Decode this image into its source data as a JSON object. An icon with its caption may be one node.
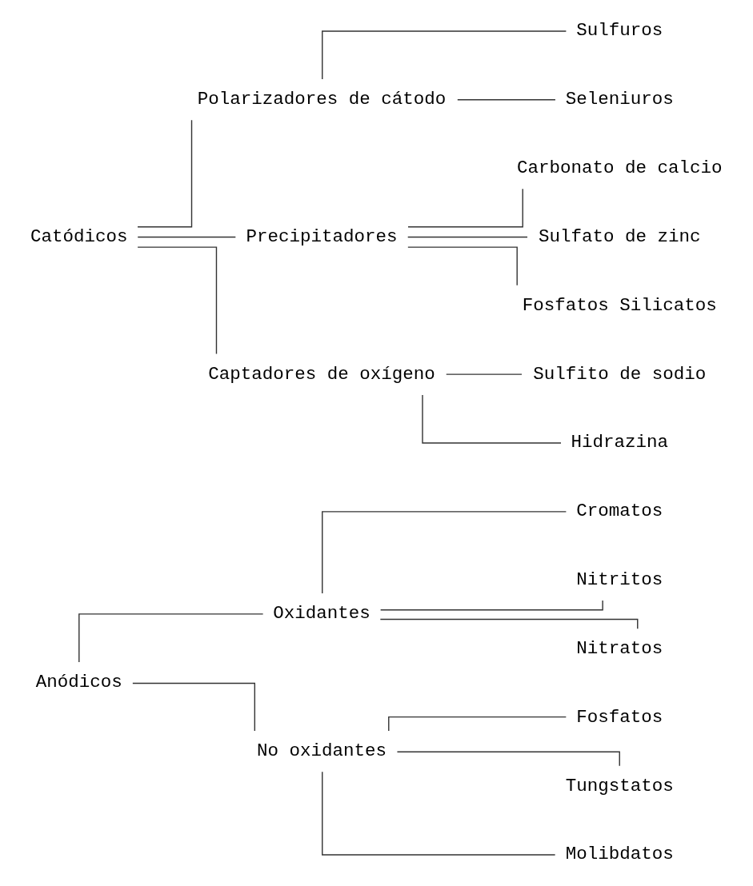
{
  "diagram": {
    "nodes": [
      {
        "text": [
          "Anódicos"
        ]
      },
      {
        "text": [
          "Oxidantes"
        ]
      },
      {
        "text": [
          "Cromatos"
        ]
      },
      {
        "text": [
          "Nitritos"
        ]
      },
      {
        "text": [
          "Nitratos"
        ]
      },
      {
        "text": [
          "No oxidantes"
        ]
      },
      {
        "text": [
          "Fosfatos"
        ]
      },
      {
        "text": [
          "Tungstatos"
        ]
      },
      {
        "text": [
          "Molibdatos"
        ]
      },
      {
        "text": [
          "Catódicos"
        ]
      },
      {
        "text": [
          "Polarizadores de cátodo"
        ]
      },
      {
        "text": [
          "Sulfuros"
        ]
      },
      {
        "text": [
          "Seleniuros"
        ]
      },
      {
        "text": [
          "Precipitadores"
        ]
      },
      {
        "text": [
          "Carbonato de calcio"
        ]
      },
      {
        "text": [
          "Sulfato de zinc"
        ]
      },
      {
        "text": [
          "Fosfatos Silicatos"
        ]
      },
      {
        "text": [
          "Captadores de oxígeno"
        ]
      },
      {
        "text": [
          "Sulfito de sodio"
        ]
      },
      {
        "text": [
          "Hidrazina"
        ]
      }
    ],
    "edges": [
      {
        "from": 0,
        "to": 1,
        "arrow": "none"
      },
      {
        "from": 0,
        "to": 5,
        "arrow": "none"
      },
      {
        "from": 1,
        "to": 2,
        "arrow": "none"
      },
      {
        "from": 1,
        "to": 3,
        "arrow": "none"
      },
      {
        "from": 1,
        "to": 4,
        "arrow": "none"
      },
      {
        "from": 5,
        "to": 6,
        "arrow": "none"
      },
      {
        "from": 5,
        "to": 7,
        "arrow": "none"
      },
      {
        "from": 5,
        "to": 8,
        "arrow": "none"
      },
      {
        "from": 9,
        "to": 10,
        "arrow": "none"
      },
      {
        "from": 9,
        "to": 13,
        "arrow": "none"
      },
      {
        "from": 9,
        "to": 17,
        "arrow": "none"
      },
      {
        "from": 10,
        "to": 11,
        "arrow": "none"
      },
      {
        "from": 10,
        "to": 12,
        "arrow": "none"
      },
      {
        "from": 13,
        "to": 14,
        "arrow": "none"
      },
      {
        "from": 13,
        "to": 15,
        "arrow": "none"
      },
      {
        "from": 13,
        "to": 16,
        "arrow": "none"
      },
      {
        "from": 17,
        "to": 18,
        "arrow": "none"
      },
      {
        "from": 17,
        "to": 19,
        "arrow": "none"
      }
    ]
  }
}
